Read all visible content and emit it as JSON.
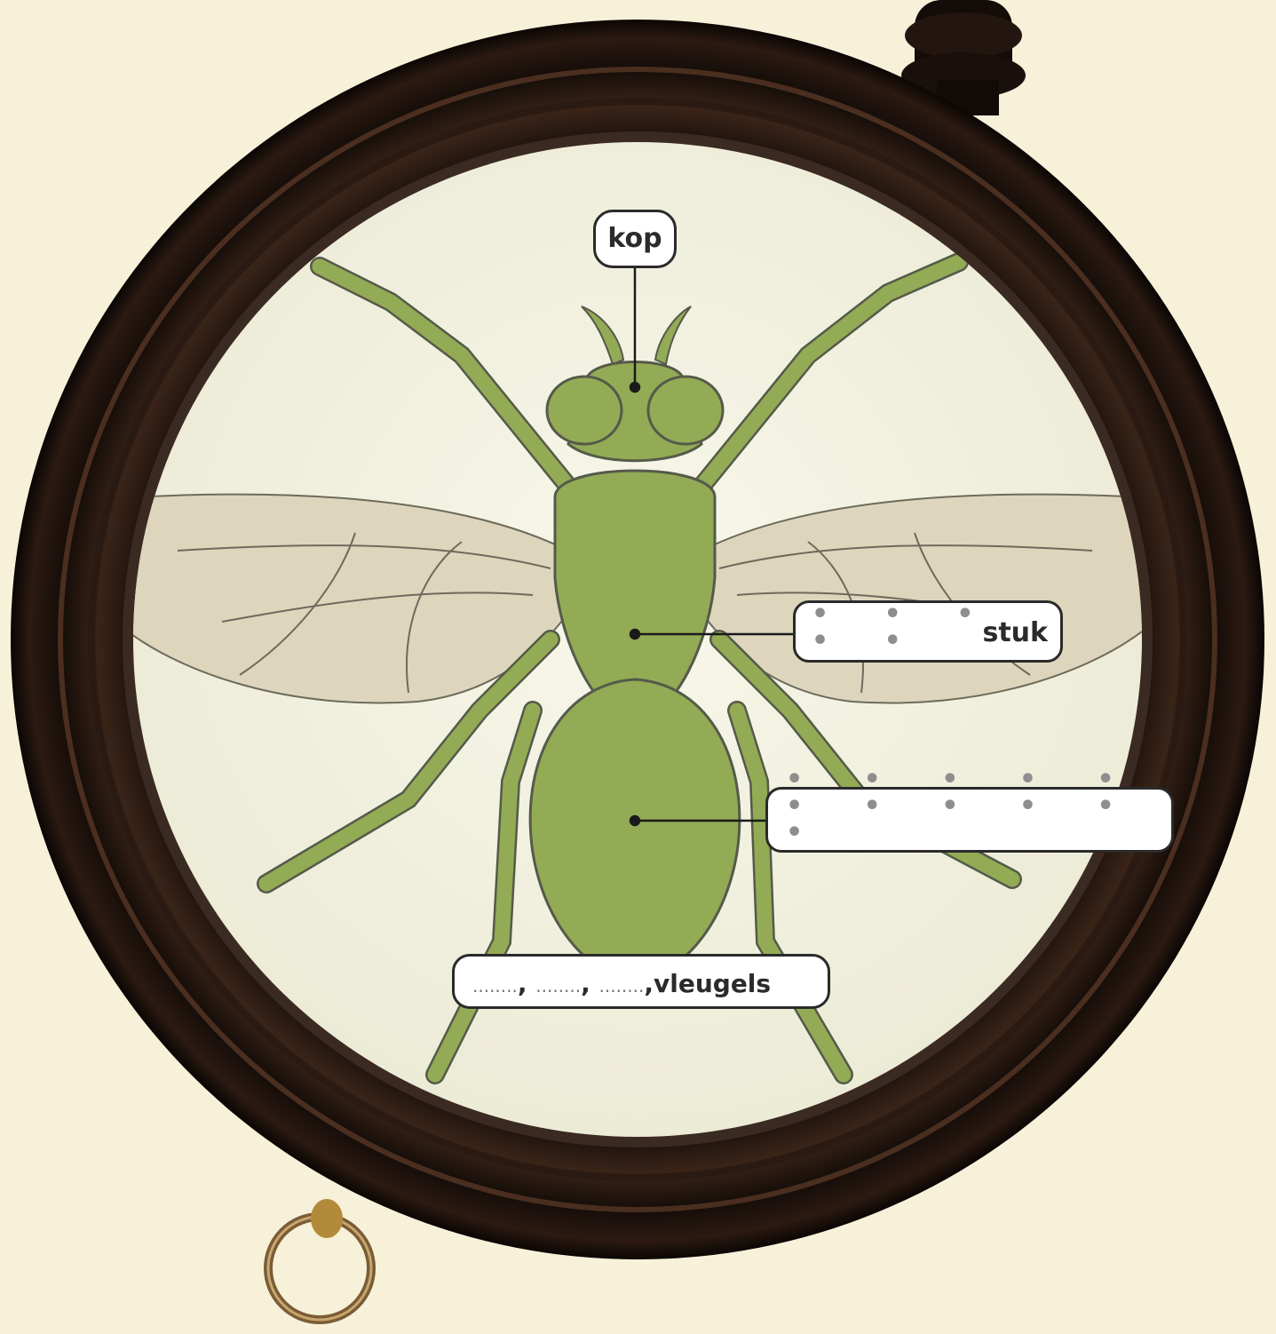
{
  "labels": {
    "head": "kop",
    "thorax_suffix": "stuk",
    "thorax_dots": "• • • • •",
    "abdomen_dots": "• • • • • • • • • • •",
    "appendages": {
      "blank": "........",
      "separator": ",",
      "suffix": "vleugels"
    }
  },
  "colors": {
    "background": "#f7f1d9",
    "lens": "#f4f2e0",
    "frame": "#1f1410",
    "insect_body": "#93ab55",
    "insect_outline": "#555a4a",
    "wing": "#ddd6bd",
    "leader_line": "#1a1a1a"
  }
}
